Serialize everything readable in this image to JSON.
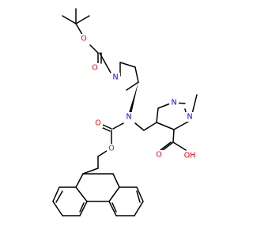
{
  "structure": {
    "colors": {
      "bond": "#000000",
      "oxygen": "#ff0000",
      "nitrogen": "#0000ff",
      "background": "#ffffff"
    },
    "labels": {
      "boc_o_carbonyl": "O",
      "boc_o_ester": "O",
      "pyrrolidine_n": "N",
      "amine_n": "N",
      "fmoc_o_carbonyl": "O",
      "fmoc_o_ester": "O",
      "pyrazole_n1": "N",
      "pyrazole_n2": "N",
      "acid_o": "O",
      "acid_oh": "OH"
    }
  }
}
